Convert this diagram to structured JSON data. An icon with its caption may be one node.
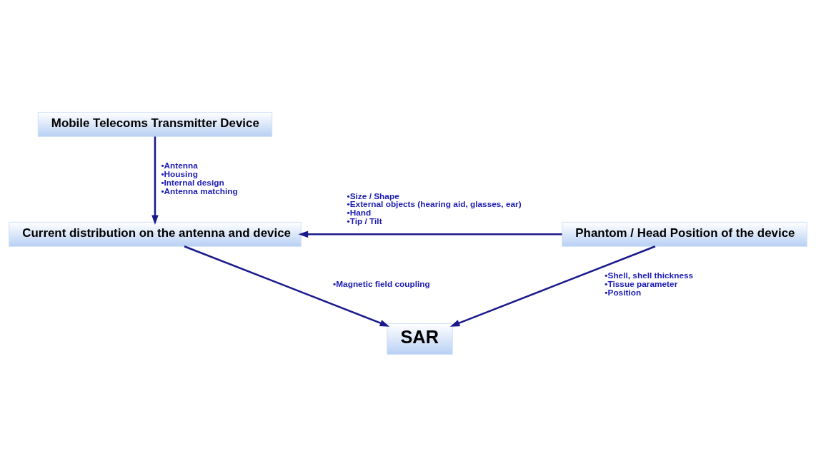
{
  "diagram": {
    "nodes": [
      {
        "text": [
          "Mobile Telecoms Transmitter Device"
        ]
      },
      {
        "text": [
          "Current distribution on the antenna and device"
        ]
      },
      {
        "text": [
          "Phantom / Head Position of the device"
        ]
      },
      {
        "text": [
          "SAR"
        ]
      }
    ],
    "edges": [
      {
        "from": 0,
        "to": 1,
        "arrow": "to",
        "label": [
          "•Antenna",
          "•Housing",
          "•Internal design",
          "•Antenna matching"
        ]
      },
      {
        "from": 2,
        "to": 1,
        "arrow": "to",
        "label": [
          "•Size / Shape",
          "•External objects (hearing aid, glasses, ear)",
          "•Hand",
          "•Tip / Tilt"
        ]
      },
      {
        "from": 1,
        "to": 3,
        "arrow": "to",
        "label": [
          "•Magnetic field coupling"
        ]
      },
      {
        "from": 2,
        "to": 3,
        "arrow": "to",
        "label": [
          "•Shell, shell thickness",
          "•Tissue parameter",
          "•Position"
        ]
      }
    ]
  }
}
